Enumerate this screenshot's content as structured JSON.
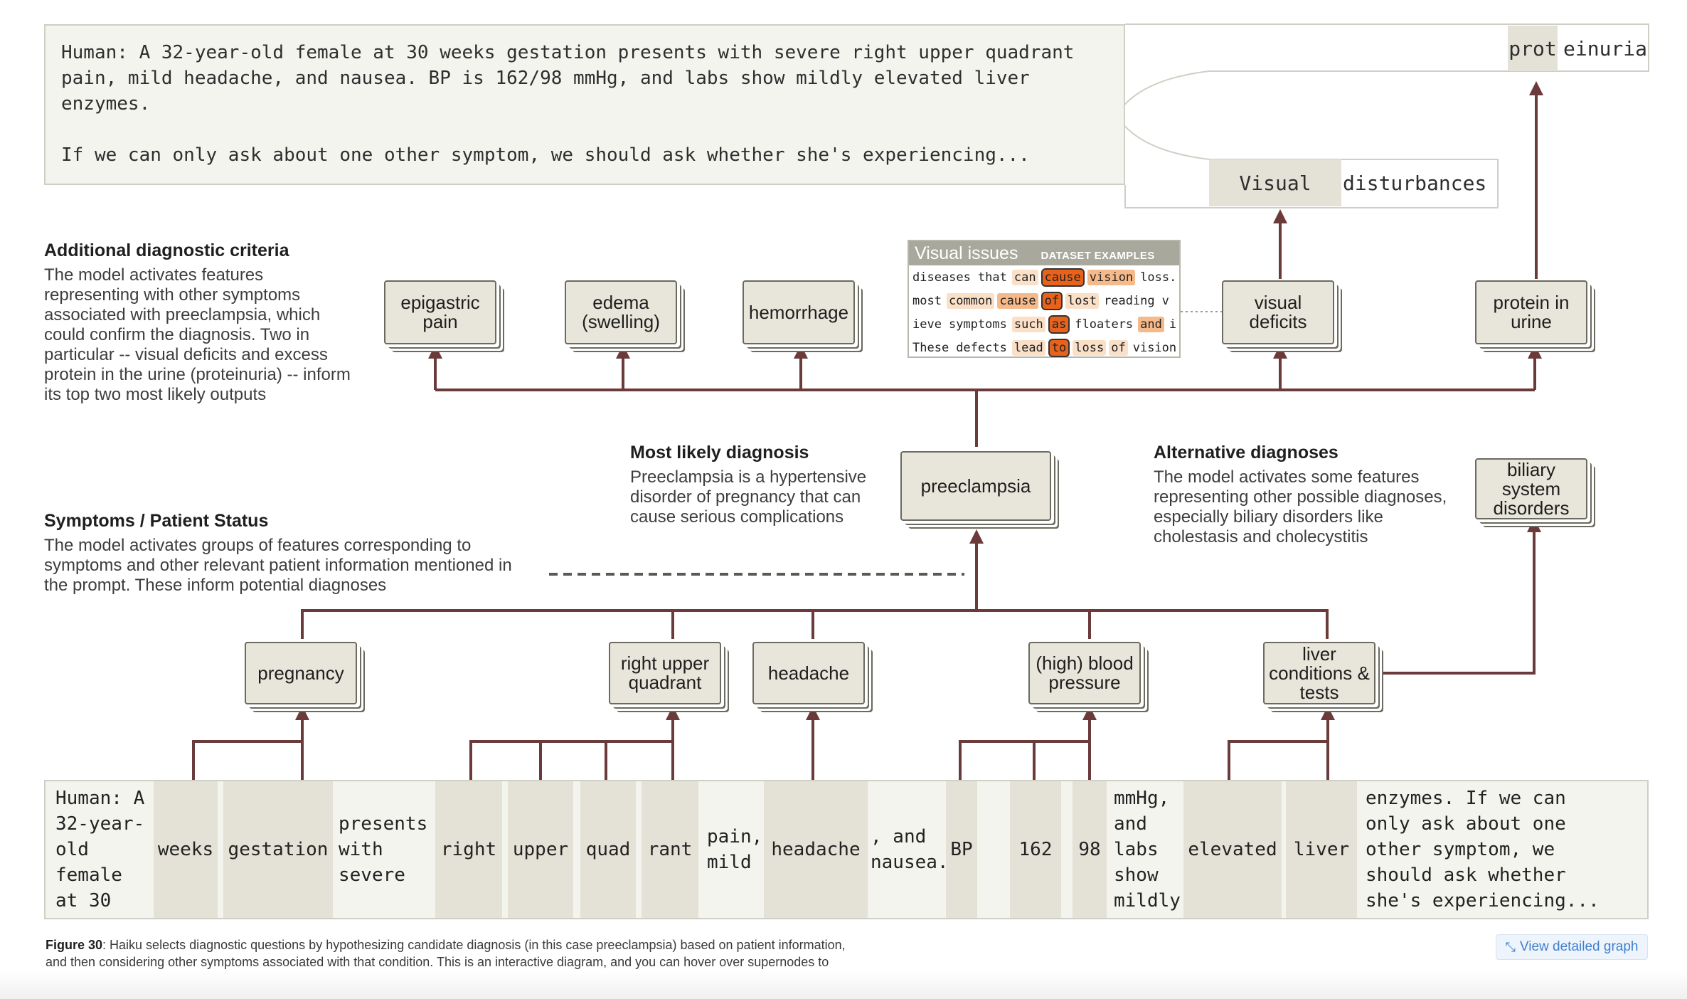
{
  "prompt": {
    "line1": "Human: A 32-year-old female at 30 weeks gestation presents with severe right upper quadrant pain, mild headache, and nausea. BP is 162/98 mmHg, and labs show mildly elevated liver enzymes.",
    "line2": "If we can only ask about one other symptom, we should ask whether she's experiencing...",
    "output_top": {
      "tok1": "prot",
      "tok2": "einuria"
    },
    "output_bottom": {
      "tok1": "Visual",
      "tok2": "disturbances"
    }
  },
  "annotations": {
    "additional": {
      "heading": "Additional diagnostic criteria",
      "body": "The model activates features representing with other symptoms associated with preeclampsia, which could confirm the diagnosis. Two in particular -- visual deficits and excess protein in the urine (proteinuria) -- inform its top two most likely outputs"
    },
    "most_likely": {
      "heading": "Most likely diagnosis",
      "body": "Preeclampsia is a hypertensive disorder of pregnancy that can cause serious complications"
    },
    "alternative": {
      "heading": "Alternative diagnoses",
      "body": "The model activates some features representing other possible diagnoses, especially biliary disorders like cholestasis and cholecystitis"
    },
    "symptoms": {
      "heading": "Symptoms / Patient Status",
      "body": "The model activates groups of features corresponding to symptoms and other relevant patient information mentioned in the prompt. These inform potential diagnoses"
    }
  },
  "nodes": {
    "epigastric": "epigastric pain",
    "edema": "edema (swelling)",
    "hemorrhage": "hemorrhage",
    "visual": "visual deficits",
    "protein": "protein in urine",
    "preeclampsia": "preeclampsia",
    "biliary": "biliary system disorders",
    "pregnancy": "pregnancy",
    "ruq": "right upper quadrant",
    "headache": "headache",
    "bp": "(high) blood pressure",
    "liver": "liver conditions & tests"
  },
  "dataset_examples": {
    "title": "Visual issues",
    "subtitle": "DATASET EXAMPLES",
    "rows": [
      [
        {
          "t": "diseases",
          "l": 0
        },
        {
          "t": "that",
          "l": 0
        },
        {
          "t": "can",
          "l": 1
        },
        {
          "t": "cause",
          "l": 3
        },
        {
          "t": "vision",
          "l": 2
        },
        {
          "t": "loss.",
          "l": 0
        }
      ],
      [
        {
          "t": "most",
          "l": 0
        },
        {
          "t": "common",
          "l": 1
        },
        {
          "t": "cause",
          "l": 2
        },
        {
          "t": "of",
          "l": 3
        },
        {
          "t": "lost",
          "l": 1
        },
        {
          "t": "reading",
          "l": 0
        },
        {
          "t": "v",
          "l": 0
        }
      ],
      [
        {
          "t": "ieve",
          "l": 0
        },
        {
          "t": "symptoms",
          "l": 0
        },
        {
          "t": "such",
          "l": 1
        },
        {
          "t": "as",
          "l": 3
        },
        {
          "t": "floaters",
          "l": 0
        },
        {
          "t": "and",
          "l": 2
        },
        {
          "t": "i",
          "l": 0
        }
      ],
      [
        {
          "t": "These",
          "l": 0
        },
        {
          "t": "defects",
          "l": 0
        },
        {
          "t": "lead",
          "l": 1
        },
        {
          "t": "to",
          "l": 3
        },
        {
          "t": "loss",
          "l": 1
        },
        {
          "t": "of",
          "l": 1
        },
        {
          "t": "vision",
          "l": 0
        }
      ]
    ]
  },
  "tokens": [
    "Human: A\n32-year-\nold\nfemale\nat 30",
    "weeks",
    "gestation",
    "presents\nwith\nsevere",
    "right",
    "upper",
    "quad",
    "rant",
    "pain,\nmild",
    "headache",
    ", and\nnausea.",
    "BP",
    "",
    "162",
    "",
    "98",
    "mmHg,\nand\nlabs\nshow\nmildly",
    "elevated",
    "liver",
    "enzymes. If we can\nonly ask about one\nother symptom, we\nshould ask whether\nshe's experiencing..."
  ],
  "caption": {
    "label": "Figure 30",
    "text": ": Haiku selects diagnostic questions by hypothesizing candidate diagnosis (in this case preeclampsia) based on patient information, and then considering other symptoms associated with that condition. This is an interactive diagram, and you can hover over supernodes to see detailed visualizations of the constituent features."
  },
  "view_graph": {
    "label": "View detailed graph",
    "icon": "expand-arrows-icon"
  },
  "colors": {
    "edge": "#6b3a3a",
    "node_fill": "#e8e6da",
    "token_highlight": "#e4e2d6",
    "link": "#3f7fcf"
  }
}
